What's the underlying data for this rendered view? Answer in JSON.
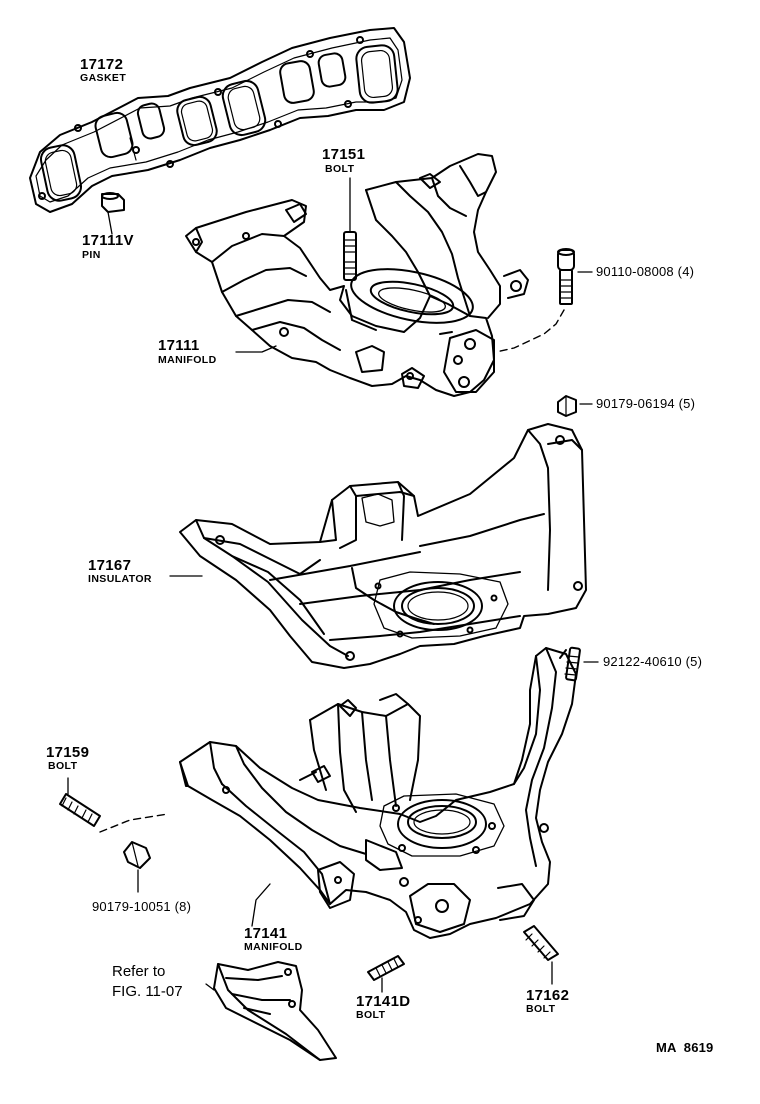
{
  "parts": {
    "gasket": {
      "number": "17172",
      "name": "GASKET"
    },
    "pin": {
      "number": "17111V",
      "name": "PIN"
    },
    "bolt_17151": {
      "number": "17151",
      "name": "BOLT"
    },
    "manifold_upper": {
      "number": "17111",
      "name": "MANIFOLD"
    },
    "insulator": {
      "number": "17167",
      "name": "INSULATOR"
    },
    "bolt_17159": {
      "number": "17159",
      "name": "BOLT"
    },
    "manifold_lower": {
      "number": "17141",
      "name": "MANIFOLD"
    },
    "bolt_17141d": {
      "number": "17141D",
      "name": "BOLT"
    },
    "bolt_17162": {
      "number": "17162",
      "name": "BOLT"
    }
  },
  "part_numbers": {
    "bolt_90110": "90110-08008 (4)",
    "nut_90179_06194": "90179-06194 (5)",
    "stud_92122": "92122-40610 (5)",
    "nut_90179_10051": "90179-10051 (8)"
  },
  "reference": {
    "line1": "Refer to",
    "line2": "FIG. 11-07"
  },
  "diagram_code": "MA  8619"
}
